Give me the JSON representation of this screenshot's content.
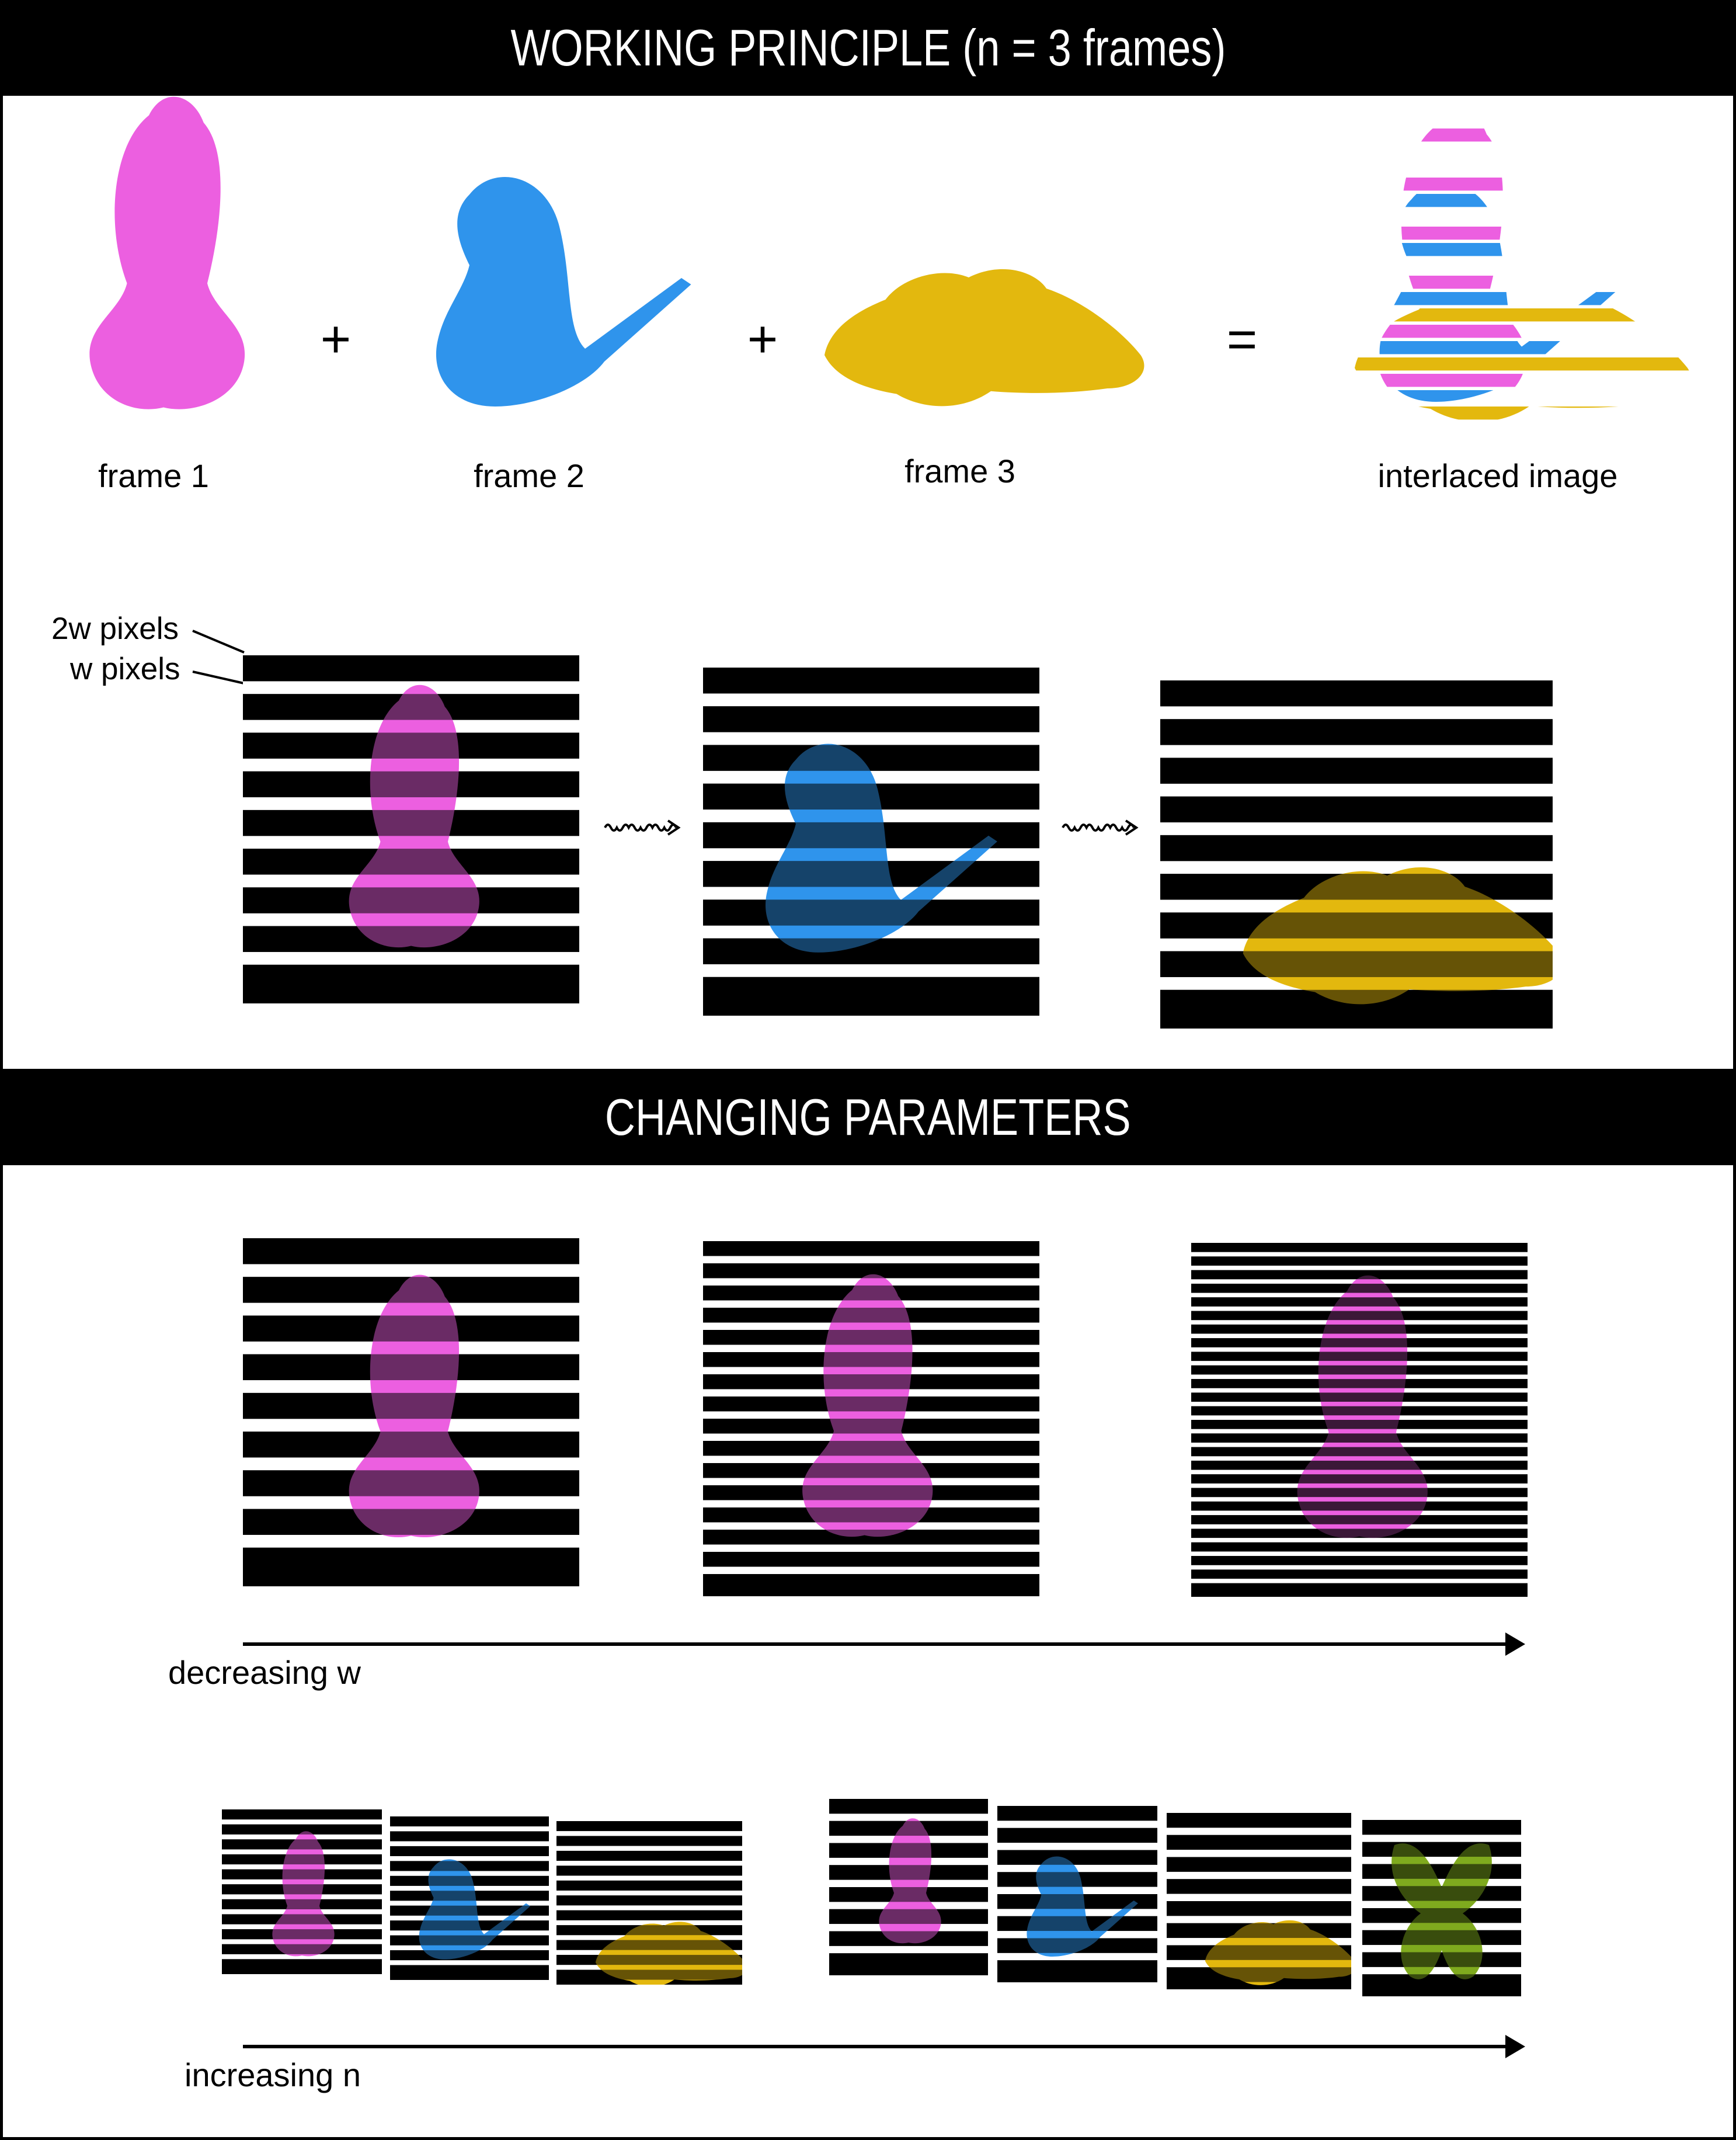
{
  "header_top": "WORKING PRINCIPLE (n = 3 frames)",
  "header_bottom": "CHANGING PARAMETERS",
  "frames": [
    "frame 1",
    "frame 2",
    "frame 3"
  ],
  "interlaced_label": "interlaced image",
  "operators": {
    "plus": "+",
    "equals": "="
  },
  "dimension_labels": {
    "two_w": "2w pixels",
    "w": "w pixels"
  },
  "axis_labels": {
    "decreasing_w": "decreasing w",
    "increasing_n": "increasing n"
  },
  "colors": {
    "frame1": "#ec5fe0",
    "frame2": "#2f94ec",
    "frame3": "#e3b80e",
    "frame4": "#7faa1e",
    "mask": "#000000",
    "slit": "#ffffff"
  }
}
